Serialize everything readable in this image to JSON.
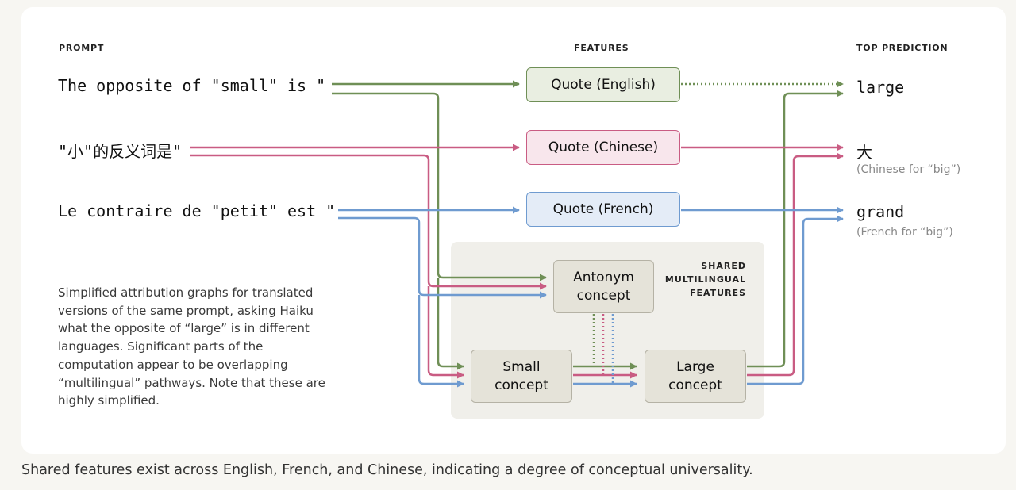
{
  "headers": {
    "prompt": "PROMPT",
    "features": "FEATURES",
    "top_prediction": "TOP PREDICTION"
  },
  "prompts": {
    "english": "The opposite of \"small\" is \"",
    "chinese": "\"小\"的反义词是\"",
    "french": "Le contraire de \"petit\" est \""
  },
  "features": {
    "quote_english": "Quote (English)",
    "quote_chinese": "Quote (Chinese)",
    "quote_french": "Quote (French)",
    "antonym_concept": [
      "Antonym",
      "concept"
    ],
    "small_concept": [
      "Small",
      "concept"
    ],
    "large_concept": [
      "Large",
      "concept"
    ],
    "shared_label": [
      "SHARED",
      "MULTILINGUAL",
      "FEATURES"
    ]
  },
  "predictions": {
    "english": "large",
    "chinese": "大",
    "chinese_note": "(Chinese for “big”)",
    "french": "grand",
    "french_note": "(French for “big”)"
  },
  "description": "Simplified attribution graphs for translated versions of the same prompt, asking Haiku what the opposite of “large” is in different languages. Significant parts of the computation appear to be overlapping “multilingual” pathways. Note that these are highly simplified.",
  "caption": "Shared features exist across English, French, and Chinese, indicating a degree of conceptual universality.",
  "colors": {
    "english": "#6f8f56",
    "chinese": "#c95c83",
    "french": "#6f9bd0"
  }
}
